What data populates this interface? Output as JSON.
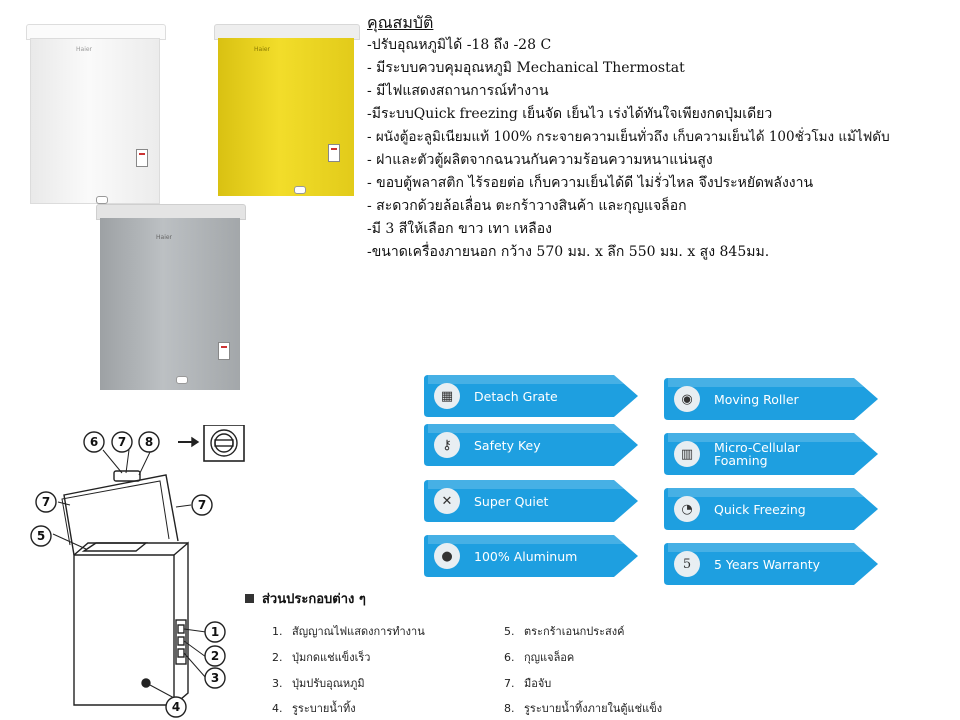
{
  "specs": {
    "title": "คุณสมบัติ",
    "lines": [
      "-ปรับอุณหภูมิได้ -18 ถึง -28 C",
      "- มีระบบควบคุมอุณหภูมิ Mechanical Thermostat",
      "- มีไฟแสดงสถานการณ์ทำงาน",
      "-มีระบบQuick freezing เย็นจัด เย็นไว เร่งได้ทันใจเพียงกดปุ่มเดียว",
      "- ผนังตู้อะลูมิเนียมแท้ 100% กระจายความเย็นทั่วถึง เก็บความเย็นได้ 100ชั่วโมง แม้ไฟดับ",
      "- ฝาและตัวตู้ผลิตจากฉนวนกันความร้อนความหนาแน่นสูง",
      "- ขอบตู้พลาสติก ไร้รอยต่อ เก็บความเย็นได้ดี ไม่รั่วไหล จึงประหยัดพลังงาน",
      "- สะดวกด้วยล้อเลื่อน ตะกร้าวางสินค้า และกุญแจล็อก",
      "-มี 3 สีให้เลือก ขาว เทา เหลือง",
      "-ขนาดเครื่องภายนอก กว้าง 570 มม. x ลึก 550 มม. x สูง 845มม."
    ]
  },
  "freezers": {
    "brand": "Haier",
    "colors": {
      "white": "#f4f4f4",
      "yellow": "#e8d21c",
      "gray": "#a9adb0"
    }
  },
  "features": {
    "accent": "#1e9fe0",
    "items": [
      {
        "label": "Detach Grate",
        "icon": "grate-icon"
      },
      {
        "label": "Moving Roller",
        "icon": "roller-icon"
      },
      {
        "label": "Safety Key",
        "icon": "key-icon"
      },
      {
        "label": "Micro-Cellular\nFoaming",
        "icon": "foam-icon"
      },
      {
        "label": "Super Quiet",
        "icon": "quiet-icon"
      },
      {
        "label": "Quick Freezing",
        "icon": "freezing-icon"
      },
      {
        "label": "100% Aluminum",
        "icon": "aluminum-icon"
      },
      {
        "label": "5 Years Warranty",
        "icon": "warranty-icon"
      }
    ]
  },
  "diagram": {
    "callouts": [
      "6",
      "7",
      "8",
      "7",
      "7",
      "5",
      "1",
      "2",
      "3",
      "4"
    ]
  },
  "parts": {
    "title": "ส่วนประกอบต่าง ๆ",
    "items": [
      {
        "num": "1.",
        "text": "สัญญาณไฟแสดงการทำงาน"
      },
      {
        "num": "2.",
        "text": "ปุ่มกดแช่แข็งเร็ว"
      },
      {
        "num": "3.",
        "text": "ปุ่มปรับอุณหภูมิ"
      },
      {
        "num": "4.",
        "text": "รูระบายน้ำทิ้ง"
      },
      {
        "num": "5.",
        "text": "ตระกร้าเอนกประสงค์"
      },
      {
        "num": "6.",
        "text": "กุญแจล็อค"
      },
      {
        "num": "7.",
        "text": "มือจับ"
      },
      {
        "num": "8.",
        "text": "รูระบายน้ำทิ้งภายในตู้แช่แข็ง"
      }
    ]
  }
}
